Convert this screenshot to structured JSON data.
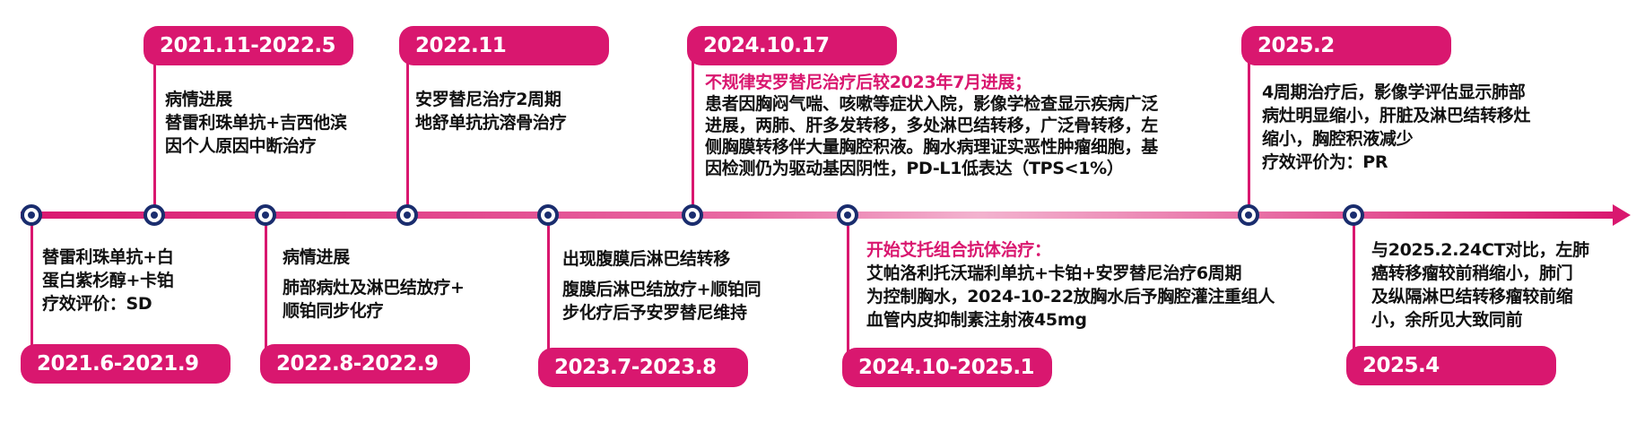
{
  "colors": {
    "accent": "#d9176f",
    "dot": "#1a2d6e",
    "text": "#111111"
  },
  "events": [
    {
      "date": "2021.6-2021.9",
      "lines": [
        "替雷利珠单抗+白",
        "蛋白紫杉醇+卡铂",
        "疗效评价：SD"
      ]
    },
    {
      "date": "2021.11-2022.5",
      "lines": [
        "病情进展",
        "替雷利珠单抗+吉西他滨",
        "因个人原因中断治疗"
      ]
    },
    {
      "date": "2022.8-2022.9",
      "lines": [
        "病情进展",
        "肺部病灶及淋巴结放疗+",
        "顺铂同步化疗"
      ]
    },
    {
      "date": "2022.11",
      "lines": [
        "安罗替尼治疗2周期",
        "地舒单抗抗溶骨治疗"
      ]
    },
    {
      "date": "2023.7-2023.8",
      "lines": [
        "出现腹膜后淋巴结转移",
        "腹膜后淋巴结放疗+顺铂同",
        "步化疗后予安罗替尼维持"
      ]
    },
    {
      "date": "2024.10.17",
      "highlight": "不规律安罗替尼治疗后较2023年7月进展；",
      "lines": [
        "患者因胸闷气喘、咳嗽等症状入院，影像学检查显示疾病广泛",
        "进展，两肺、肝多发转移，多处淋巴结转移，广泛骨转移，左",
        "侧胸膜转移伴大量胸腔积液。胸水病理证实恶性肿瘤细胞，基",
        "因检测仍为驱动基因阴性，PD-L1低表达（TPS<1%）"
      ]
    },
    {
      "date": "2024.10-2025.1",
      "highlight": "开始艾托组合抗体治疗：",
      "lines": [
        "艾帕洛利托沃瑞利单抗+卡铂+安罗替尼治疗6周期",
        "为控制胸水，2024-10-22放胸水后予胸腔灌注重组人",
        "血管内皮抑制素注射液45mg"
      ]
    },
    {
      "date": "2025.2",
      "lines": [
        "4周期治疗后，影像学评估显示肺部",
        "病灶明显缩小，肝脏及淋巴结转移灶",
        "缩小，胸腔积液减少",
        "疗效评价为：PR"
      ]
    },
    {
      "date": "2025.4",
      "lines": [
        "与2025.2.24CT对比，左肺",
        "癌转移瘤较前稍缩小，肺门",
        "及纵隔淋巴结转移瘤较前缩",
        "小，余所见大致同前"
      ]
    }
  ]
}
